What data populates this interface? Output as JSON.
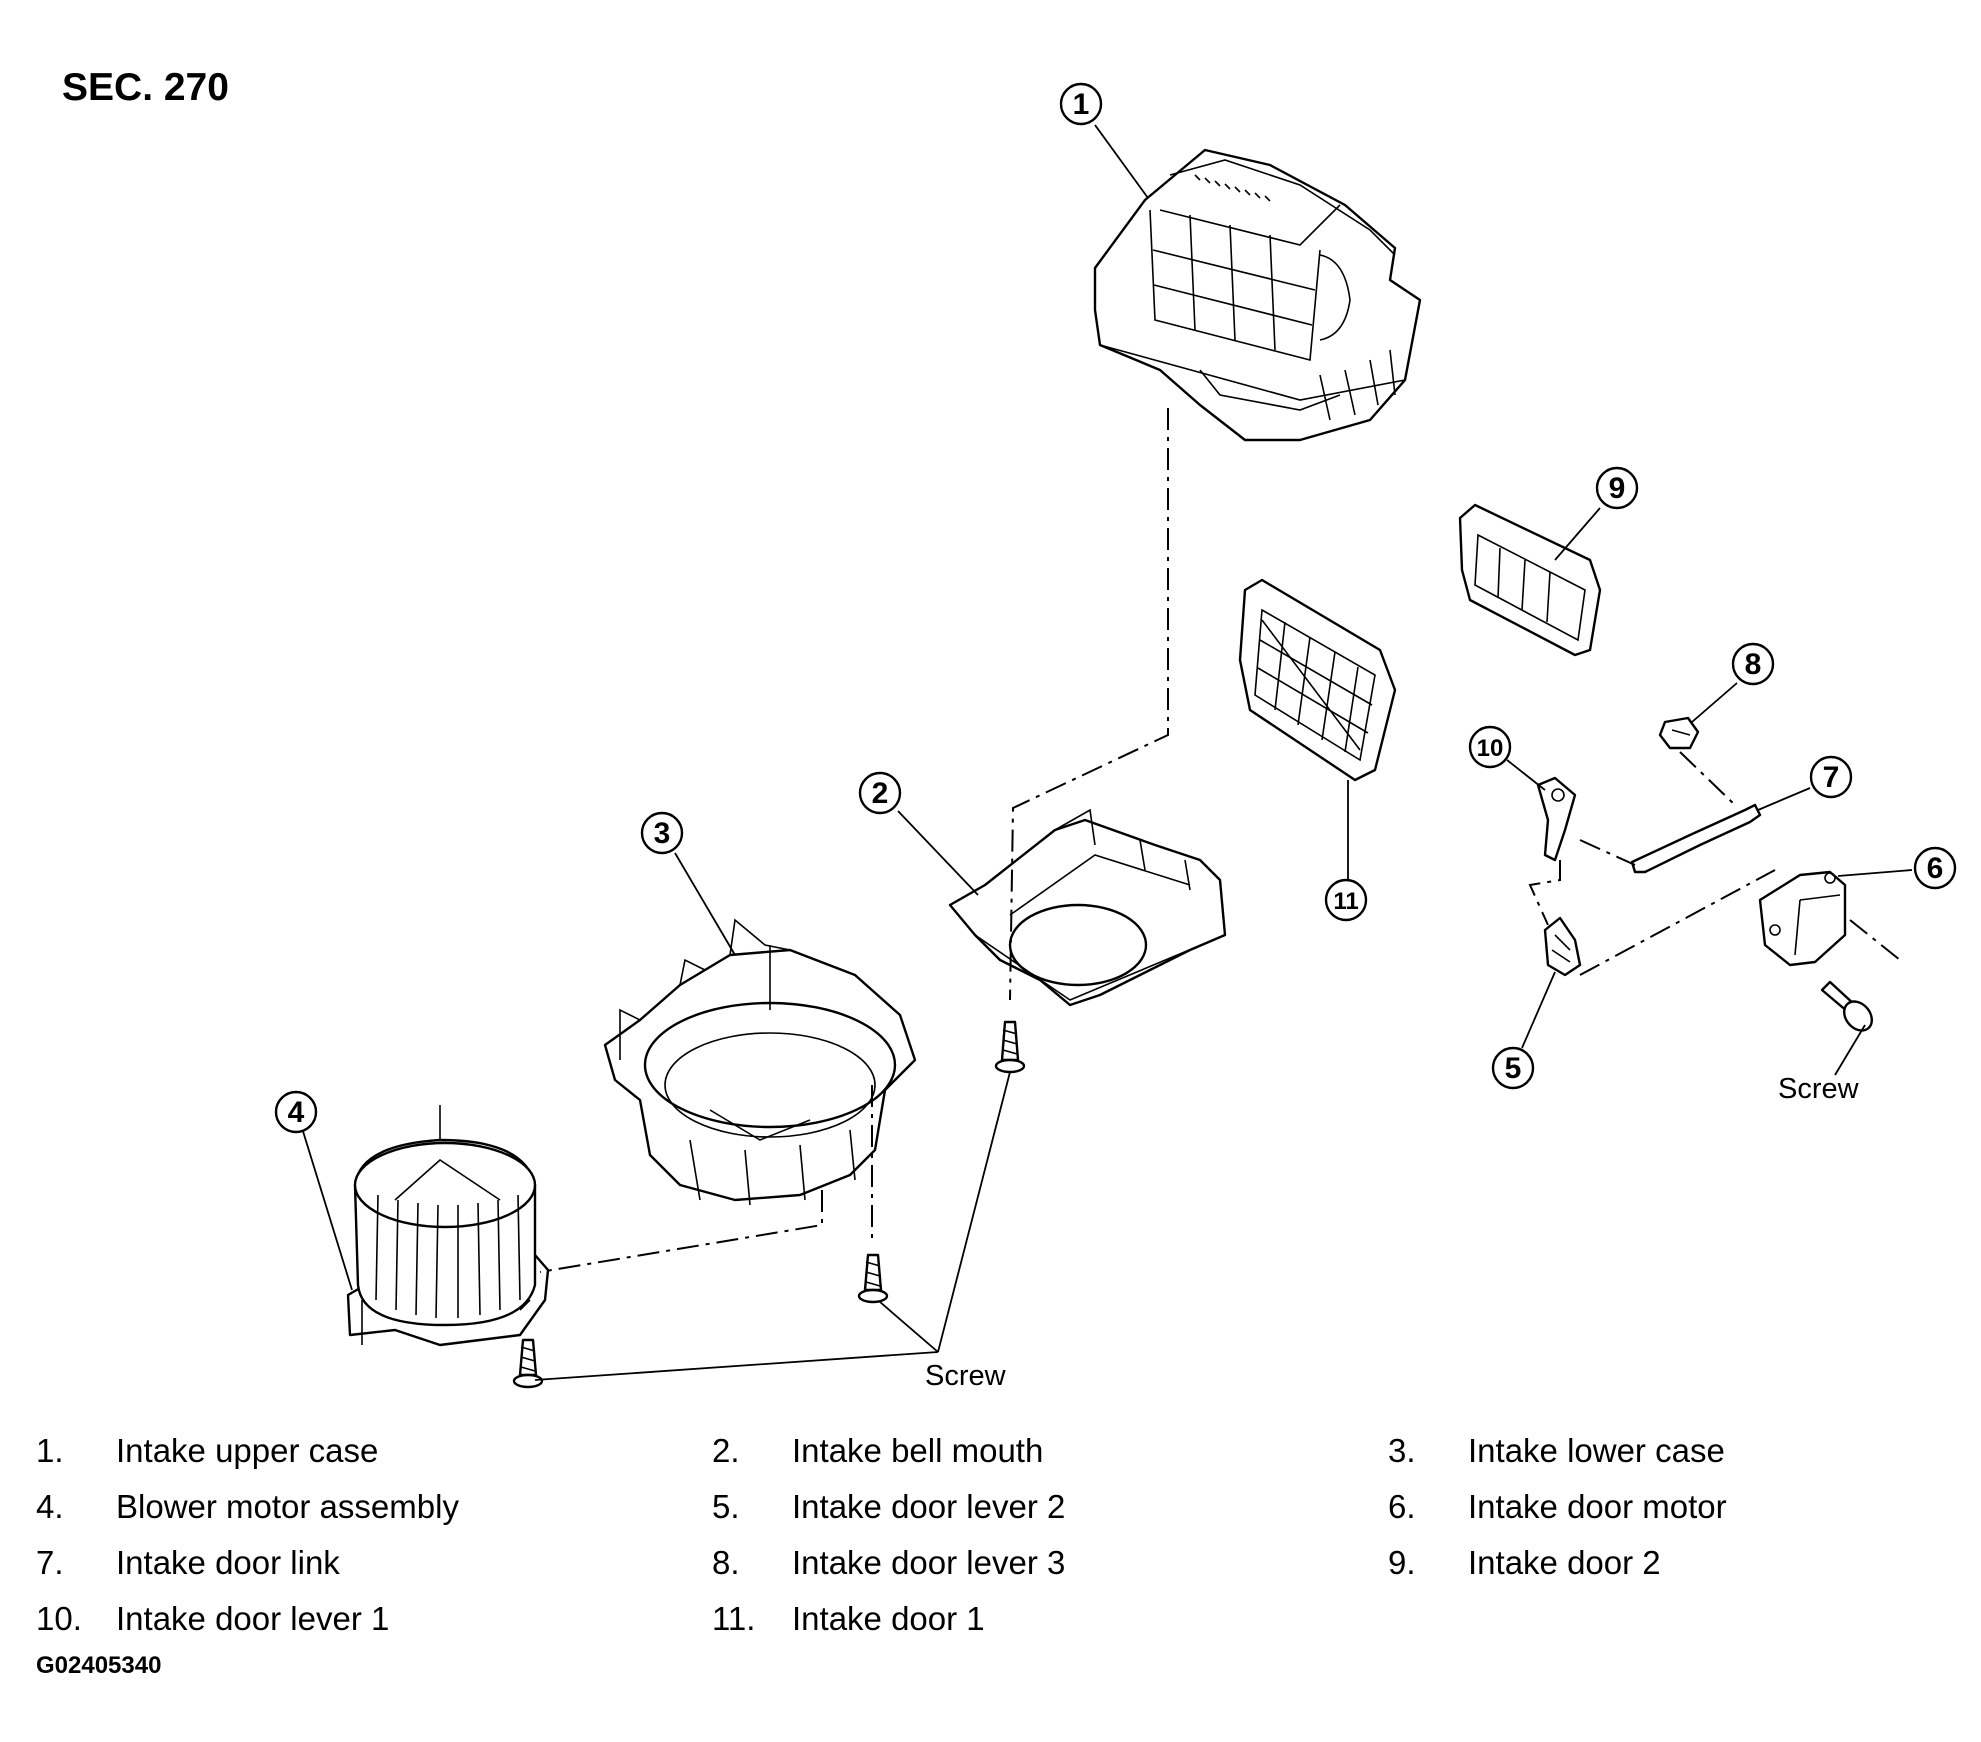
{
  "section_title": "SEC. 270",
  "figure_id": "G02405340",
  "screw_label": "Screw",
  "callouts": [
    "1",
    "2",
    "3",
    "4",
    "5",
    "6",
    "7",
    "8",
    "9",
    "10",
    "11"
  ],
  "legend": [
    {
      "num": "1.",
      "label": "Intake upper case"
    },
    {
      "num": "2.",
      "label": "Intake bell mouth"
    },
    {
      "num": "3.",
      "label": "Intake lower case"
    },
    {
      "num": "4.",
      "label": "Blower motor assembly"
    },
    {
      "num": "5.",
      "label": "Intake door lever 2"
    },
    {
      "num": "6.",
      "label": "Intake door motor"
    },
    {
      "num": "7.",
      "label": "Intake door link"
    },
    {
      "num": "8.",
      "label": "Intake door lever 3"
    },
    {
      "num": "9.",
      "label": "Intake door 2"
    },
    {
      "num": "10.",
      "label": "Intake door lever 1"
    },
    {
      "num": "11.",
      "label": "Intake door 1"
    }
  ]
}
